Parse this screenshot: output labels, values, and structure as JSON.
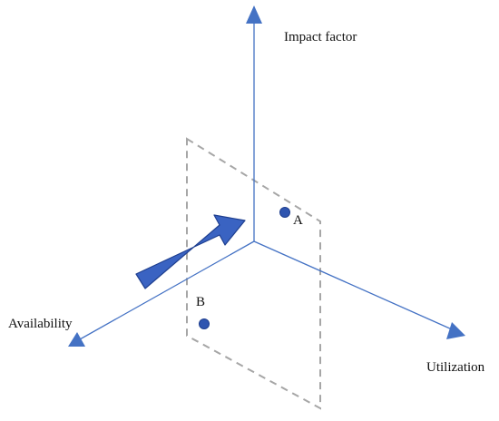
{
  "diagram": {
    "axes": {
      "vertical": {
        "label": "Impact factor"
      },
      "left": {
        "label": "Availability"
      },
      "right": {
        "label": "Utilization"
      }
    },
    "points": [
      {
        "label": "A"
      },
      {
        "label": "B"
      }
    ],
    "colors": {
      "axis": "#4472c4",
      "point": "#2f55b0",
      "point_stroke": "#1f3f8f",
      "plane": "#a6a6a6",
      "arrow": "#3a63c2",
      "arrow_stroke": "#1f3f8f"
    }
  }
}
